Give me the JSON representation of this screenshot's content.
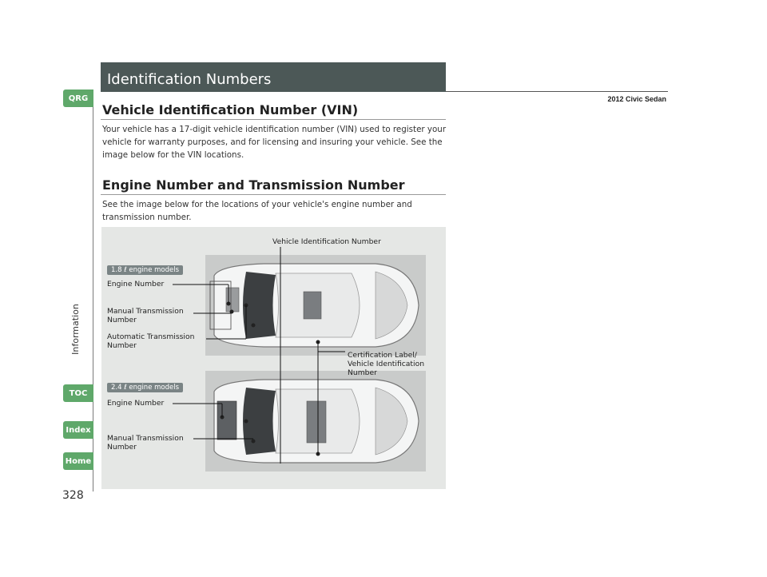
{
  "header": {
    "title": "Identification Numbers",
    "model": "2012 Civic Sedan"
  },
  "sidebar": {
    "buttons": [
      "QRG",
      "TOC",
      "Index",
      "Home"
    ],
    "section": "Information",
    "page_number": "328"
  },
  "sections": [
    {
      "heading": "Vehicle Identification Number (VIN)",
      "lines": [
        "Your vehicle has a 17-digit vehicle identification number (VIN) used to register your",
        "vehicle for warranty purposes, and for licensing and insuring your vehicle. See the",
        "image below for the VIN locations."
      ]
    },
    {
      "heading": "Engine Number and Transmission Number",
      "lines": [
        "See the image below for the locations of your vehicle's engine number and",
        "transmission number."
      ]
    }
  ],
  "figure": {
    "vin_label": "Vehicle Identification Number",
    "badge_top": "1.8 ℓ engine models",
    "badge_bottom": "2.4 ℓ engine models",
    "top_labels": {
      "engine": "Engine Number",
      "manual_1": "Manual Transmission",
      "manual_2": "Number",
      "auto_1": "Automatic Transmission",
      "auto_2": "Number"
    },
    "cert_label": [
      "Certification Label/",
      "Vehicle Identification",
      "Number"
    ],
    "bottom_labels": {
      "engine": "Engine Number",
      "manual_1": "Manual Transmission",
      "manual_2": "Number"
    }
  },
  "colors": {
    "header_bar": "#4c5857",
    "nav_button": "#5fa86a",
    "figure_bg": "#e5e7e5"
  }
}
